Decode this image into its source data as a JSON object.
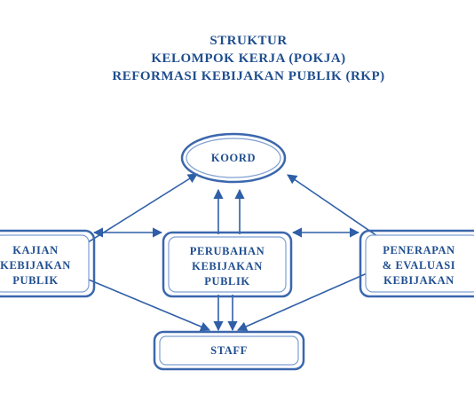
{
  "title": {
    "line1": "STRUKTUR",
    "line2": "KELOMPOK KERJA  (POKJA)",
    "line3": "REFORMASI KEBIJAKAN PUBLIK  (RKP)"
  },
  "nodes": {
    "koord": {
      "label": "KOORD"
    },
    "kajian": {
      "line1": "KAJIAN",
      "line2": "KEBIJAKAN",
      "line3": "PUBLIK"
    },
    "perubahan": {
      "line1": "PERUBAHAN",
      "line2": "KEBIJAKAN",
      "line3": "PUBLIK"
    },
    "penerapan": {
      "line1": "PENERAPAN",
      "line2": "& EVALUASI",
      "line3": "KEBIJAKAN"
    },
    "staff": {
      "label": "STAFF"
    }
  },
  "colors": {
    "primary": "#1f4e8f",
    "border": "#3b67ad",
    "line": "#2f5fa6",
    "background": "#ffffff"
  }
}
